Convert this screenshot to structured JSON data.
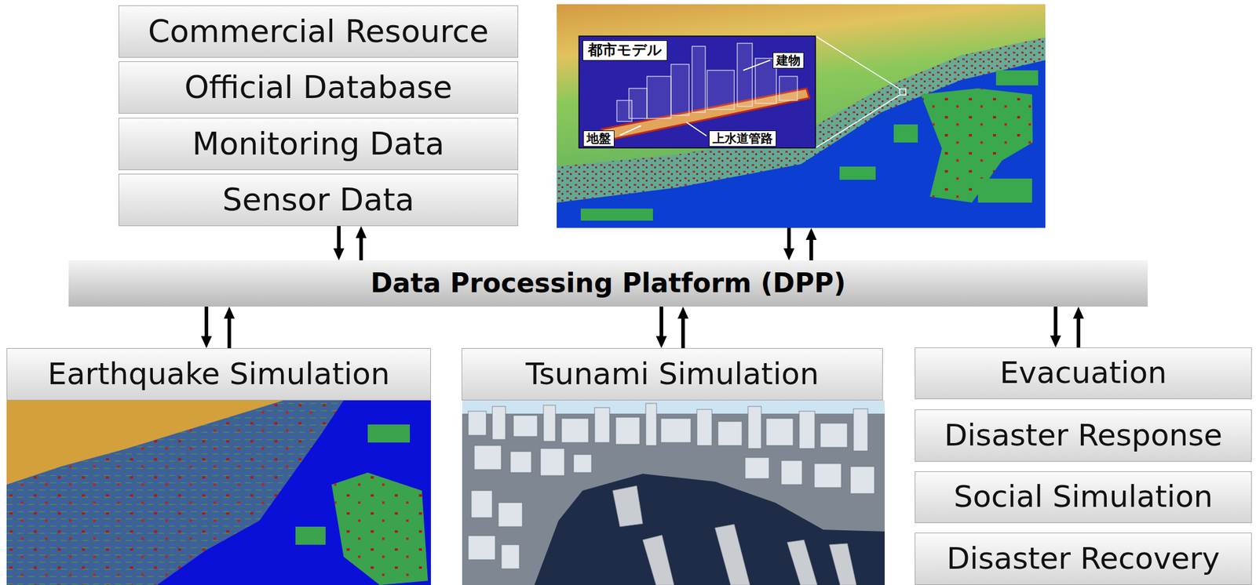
{
  "diagram": {
    "nodes": [
      {
        "text": [
          "Commercial Resource"
        ]
      },
      {
        "text": [
          "Official Database"
        ]
      },
      {
        "text": [
          "Monitoring Data"
        ]
      },
      {
        "text": [
          "Sensor Data"
        ]
      },
      {
        "text": [
          "都市モデル",
          "建物",
          "地盤",
          "上水道管路"
        ]
      },
      {
        "text": [
          "Data Processing Platform (DPP)"
        ]
      },
      {
        "text": [
          "Earthquake Simulation"
        ]
      },
      {
        "text": [
          "Tsunami Simulation"
        ]
      },
      {
        "text": [
          "Evacuation"
        ]
      },
      {
        "text": [
          "Disaster Response"
        ]
      },
      {
        "text": [
          "Social Simulation"
        ]
      },
      {
        "text": [
          "Disaster Recovery"
        ]
      }
    ],
    "edges": [
      {
        "from": 3,
        "to": 5,
        "arrow": "to"
      },
      {
        "from": 5,
        "to": 3,
        "arrow": "to"
      },
      {
        "from": 4,
        "to": 5,
        "arrow": "to"
      },
      {
        "from": 5,
        "to": 4,
        "arrow": "to"
      },
      {
        "from": 5,
        "to": 6,
        "arrow": "to"
      },
      {
        "from": 6,
        "to": 5,
        "arrow": "to"
      },
      {
        "from": 5,
        "to": 7,
        "arrow": "to"
      },
      {
        "from": 7,
        "to": 5,
        "arrow": "to"
      },
      {
        "from": 5,
        "to": 8,
        "arrow": "to"
      },
      {
        "from": 8,
        "to": 5,
        "arrow": "to"
      }
    ]
  }
}
